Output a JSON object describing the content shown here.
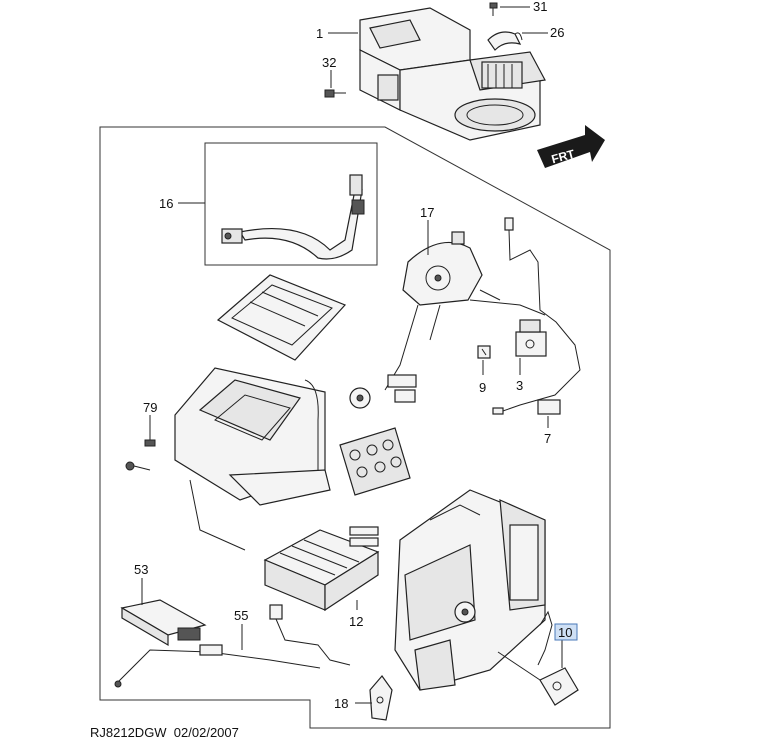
{
  "callouts": {
    "c1": "1",
    "c31": "31",
    "c26": "26",
    "c32": "32",
    "c16": "16",
    "c17": "17",
    "c9": "9",
    "c3": "3",
    "c79": "79",
    "c7": "7",
    "c53": "53",
    "c55": "55",
    "c12": "12",
    "c10": "10",
    "c18": "18"
  },
  "badges": {
    "frt": "FRT"
  },
  "footer": {
    "ref": "RJ8212DGW  02/02/2007"
  },
  "colors": {
    "highlight": "#cfe0f5",
    "highlight_stroke": "#4a78b8"
  }
}
